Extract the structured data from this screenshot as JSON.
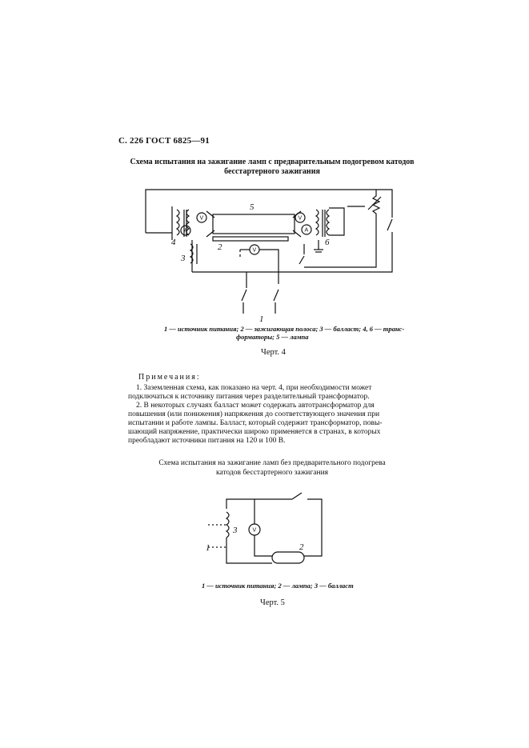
{
  "page": {
    "header": "С. 226 ГОСТ 6825—91",
    "figure4": {
      "title_line1": "Схема испытания на зажигание ламп с предварительным подогревом катодов",
      "title_line2": "бесстартерного зажигания",
      "legend_line1": "1 — источник питания; 2 — зажигающая полоса; 3 — балласт; 4, 6 — транс-",
      "legend_line2": "форматоры; 5 — лампа",
      "caption": "Черт. 4",
      "labels": {
        "l1": "1",
        "l2": "2",
        "l3": "3",
        "l4": "4",
        "l5": "5",
        "l6": "6"
      },
      "meters": {
        "v": "V",
        "a": "A"
      }
    },
    "notes": {
      "heading": "Примечания:",
      "note1_line1": "1. Заземленная схема, как показано на черт. 4, при необходимости может",
      "note1_line2": "подключаться к источнику питания через разделительный трансформатор.",
      "note2_line1": "2. В некоторых случаях балласт может содержать автотрансформатор для",
      "note2_line2": "повышения (или понижения) напряжения до соответствующего значения при",
      "note2_line3": "испытании и работе лампы. Балласт, который содержит трансформатор, повы-",
      "note2_line4": "шающий напряжение, практически широко применяется в странах, в которых",
      "note2_line5": "преобладают источники питания на 120 и 100 В."
    },
    "figure5": {
      "title_line1": "Схема испытания на зажигание ламп без предварительного подогрева",
      "title_line2": "катодов бесстартерного зажигания",
      "legend": "1 — источник питания; 2 — лампа; 3 — балласт",
      "caption": "Черт. 5",
      "labels": {
        "l1": "1",
        "l2": "2",
        "l3": "3"
      },
      "meters": {
        "v": "V"
      }
    }
  }
}
